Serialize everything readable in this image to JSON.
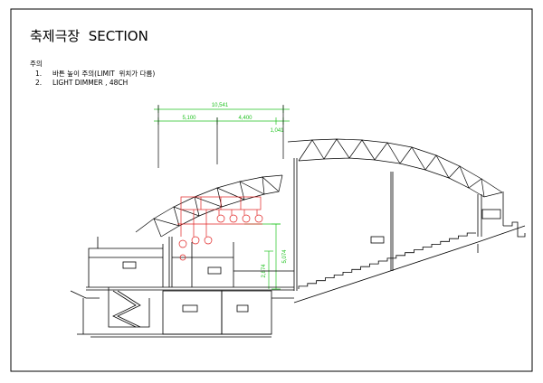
{
  "sheet": {
    "title": "축제극장  SECTION",
    "notes_heading": "주의",
    "notes": [
      {
        "num": "1.",
        "text": "바튼 높이 주의(LIMIT  위치가 다름)"
      },
      {
        "num": "2.",
        "text": "LIGHT DIMMER , 48CH"
      }
    ]
  },
  "dimensions": {
    "overall_width": "10,541",
    "left_span": "5,100",
    "right_span": "4,400",
    "offset": "1,041",
    "height_total": "5,074",
    "height_lower": "2,874"
  },
  "colors": {
    "dimension": "#22c322",
    "lighting": "#e02020",
    "drawing": "#000000"
  }
}
